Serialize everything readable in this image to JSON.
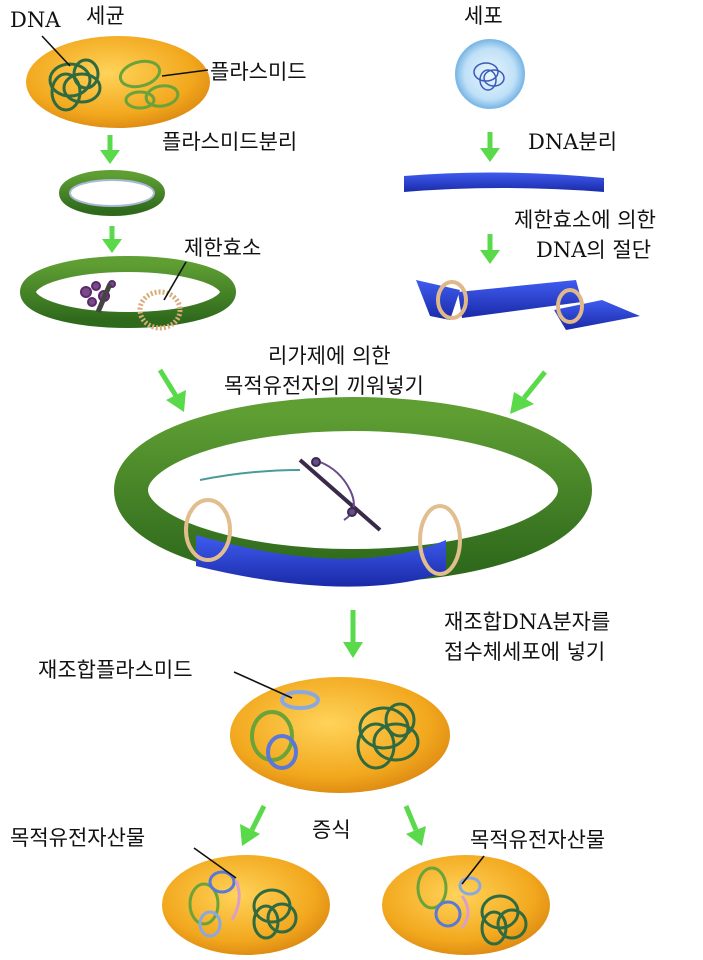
{
  "labels": {
    "dna": "DNA",
    "bacterium": "세균",
    "cell": "세포",
    "plasmid": "플라스미드",
    "plasmid_isolation": "플라스미드분리",
    "dna_isolation": "DNA분리",
    "restriction_enzyme": "제한효소",
    "cut_line1": "제한효소에 의한",
    "cut_line2": "DNA의 절단",
    "ligase_line1": "리가제에 의한",
    "ligase_line2": "목적유전자의 끼워넣기",
    "insert_line1": "재조합DNA분자를",
    "insert_line2": "접수체세포에 넣기",
    "recombinant_plasmid": "재조합플라스미드",
    "proliferation": "증식",
    "product_left": "목적유전자산물",
    "product_right": "목적유전자산물"
  },
  "colors": {
    "bacterium": "#f2a81e",
    "plasmid_green": "#4a8a2a",
    "dna_blue": "#2438d0",
    "arrow_green": "#5ad94a",
    "cell_blue": "#8fc6ee"
  }
}
